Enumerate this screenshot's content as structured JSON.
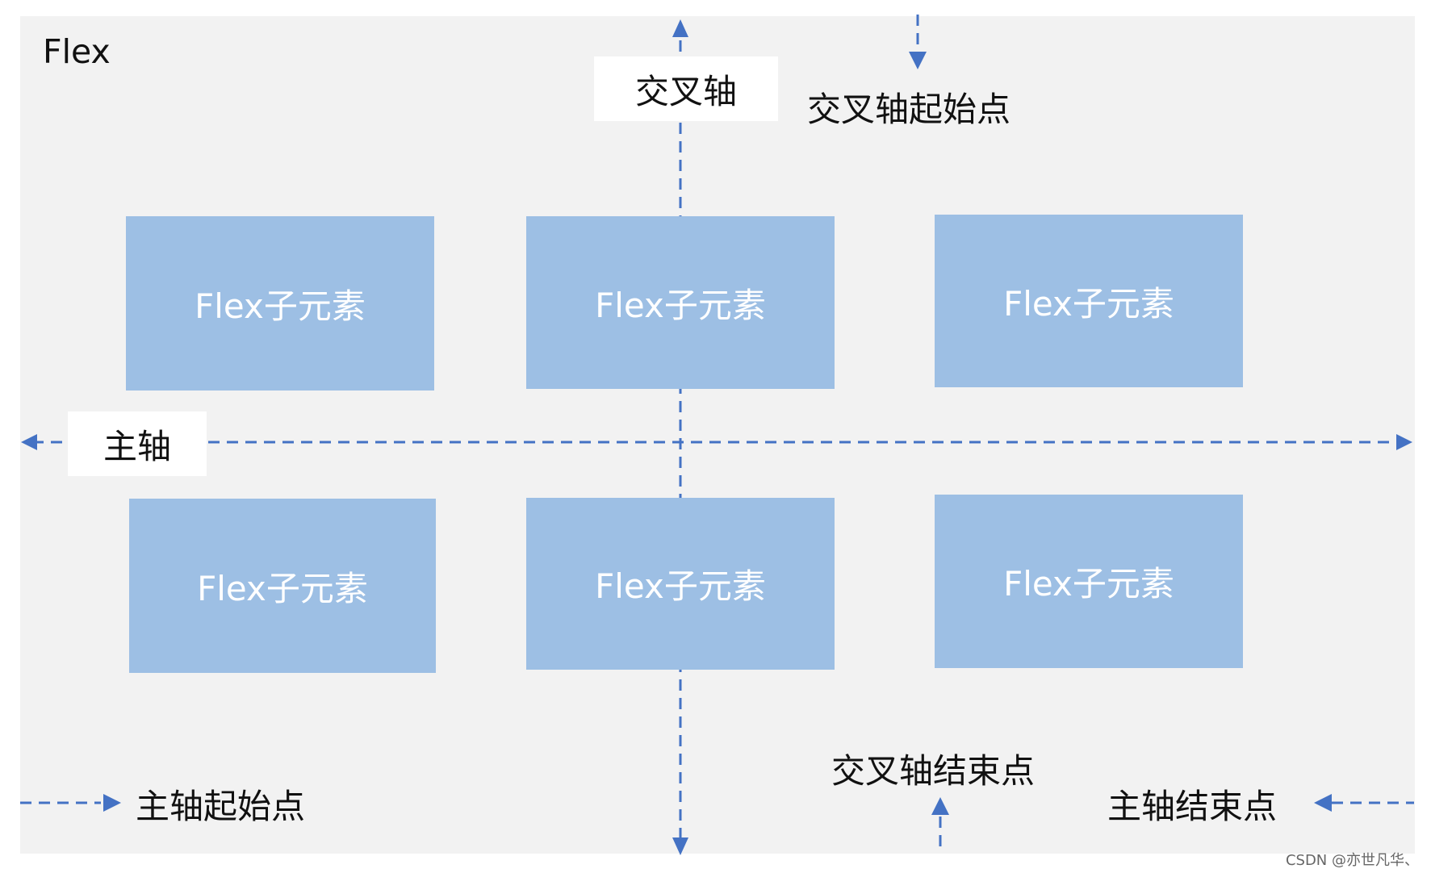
{
  "container_label": "Flex",
  "items": [
    {
      "label": "Flex子元素"
    },
    {
      "label": "Flex子元素"
    },
    {
      "label": "Flex子元素"
    },
    {
      "label": "Flex子元素"
    },
    {
      "label": "Flex子元素"
    },
    {
      "label": "Flex子元素"
    }
  ],
  "axes": {
    "cross_axis": "交叉轴",
    "cross_start": "交叉轴起始点",
    "cross_end": "交叉轴结束点",
    "main_axis": "主轴",
    "main_start": "主轴起始点",
    "main_end": "主轴结束点"
  },
  "colors": {
    "panel": "#f2f2f2",
    "item": "#9dbfe4",
    "arrow": "#4472c4"
  },
  "watermark": "CSDN @亦世凡华、"
}
